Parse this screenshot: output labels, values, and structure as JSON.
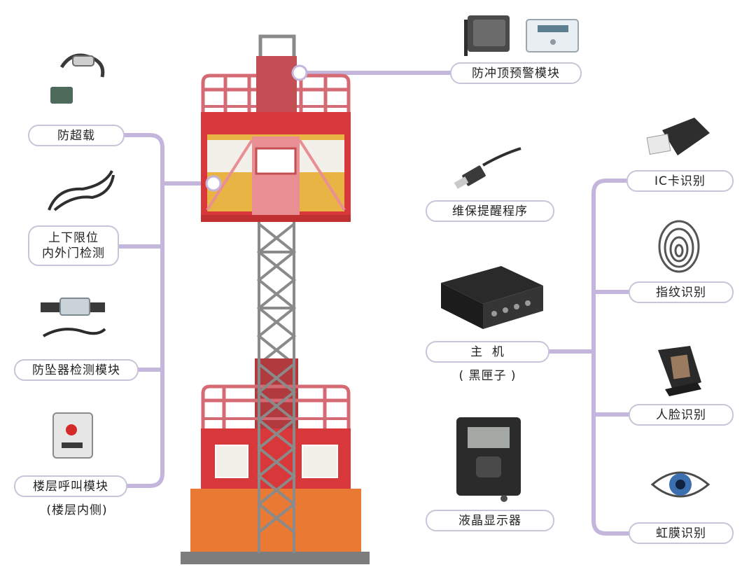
{
  "theme": {
    "connector": "#c3b5dc",
    "label_border": "#c9c4d8",
    "tower_red": "#d8383a",
    "tower_orange": "#ea7a33",
    "tower_pink": "#e98f93",
    "lattice": "#8a8a8a"
  },
  "left": {
    "overload": "防超载",
    "limit_line1": "上下限位",
    "limit_line2": "内外门检测",
    "anti_fall": "防坠器检测模块",
    "floor_call": "楼层呼叫模块",
    "floor_call_sub": "(楼层内侧)"
  },
  "right": {
    "anti_top": "防冲顶预警模块",
    "maintenance": "维保提醒程序",
    "host": "主  机",
    "host_sub": "( 黑匣子 )",
    "lcd": "液晶显示器",
    "ic_card": "IC卡识别",
    "fingerprint": "指纹识别",
    "face": "人脸识别",
    "iris": "虹膜识别"
  }
}
